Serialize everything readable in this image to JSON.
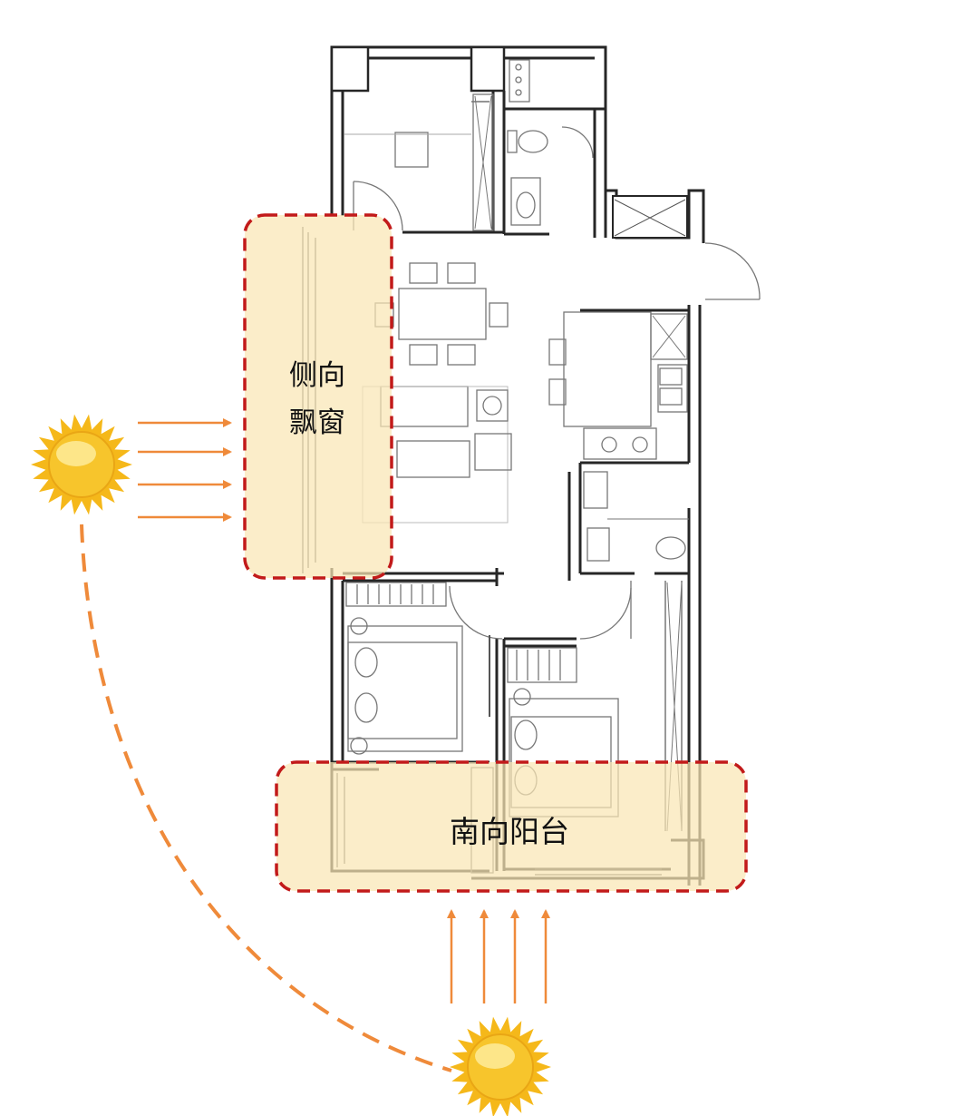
{
  "colors": {
    "highlight_fill": "#f9e6b4",
    "highlight_border": "#c21a1a",
    "arrow": "#ef8a3a",
    "sun_core": "#f7c52c",
    "sun_rays": "#f5b81a",
    "wall": "#262626"
  },
  "labels": {
    "side_bay_window_line1": "侧向",
    "side_bay_window_line2": "飘窗",
    "south_balcony": "南向阳台"
  },
  "icons": {
    "sun_left": "sun-icon",
    "sun_bottom": "sun-icon"
  }
}
